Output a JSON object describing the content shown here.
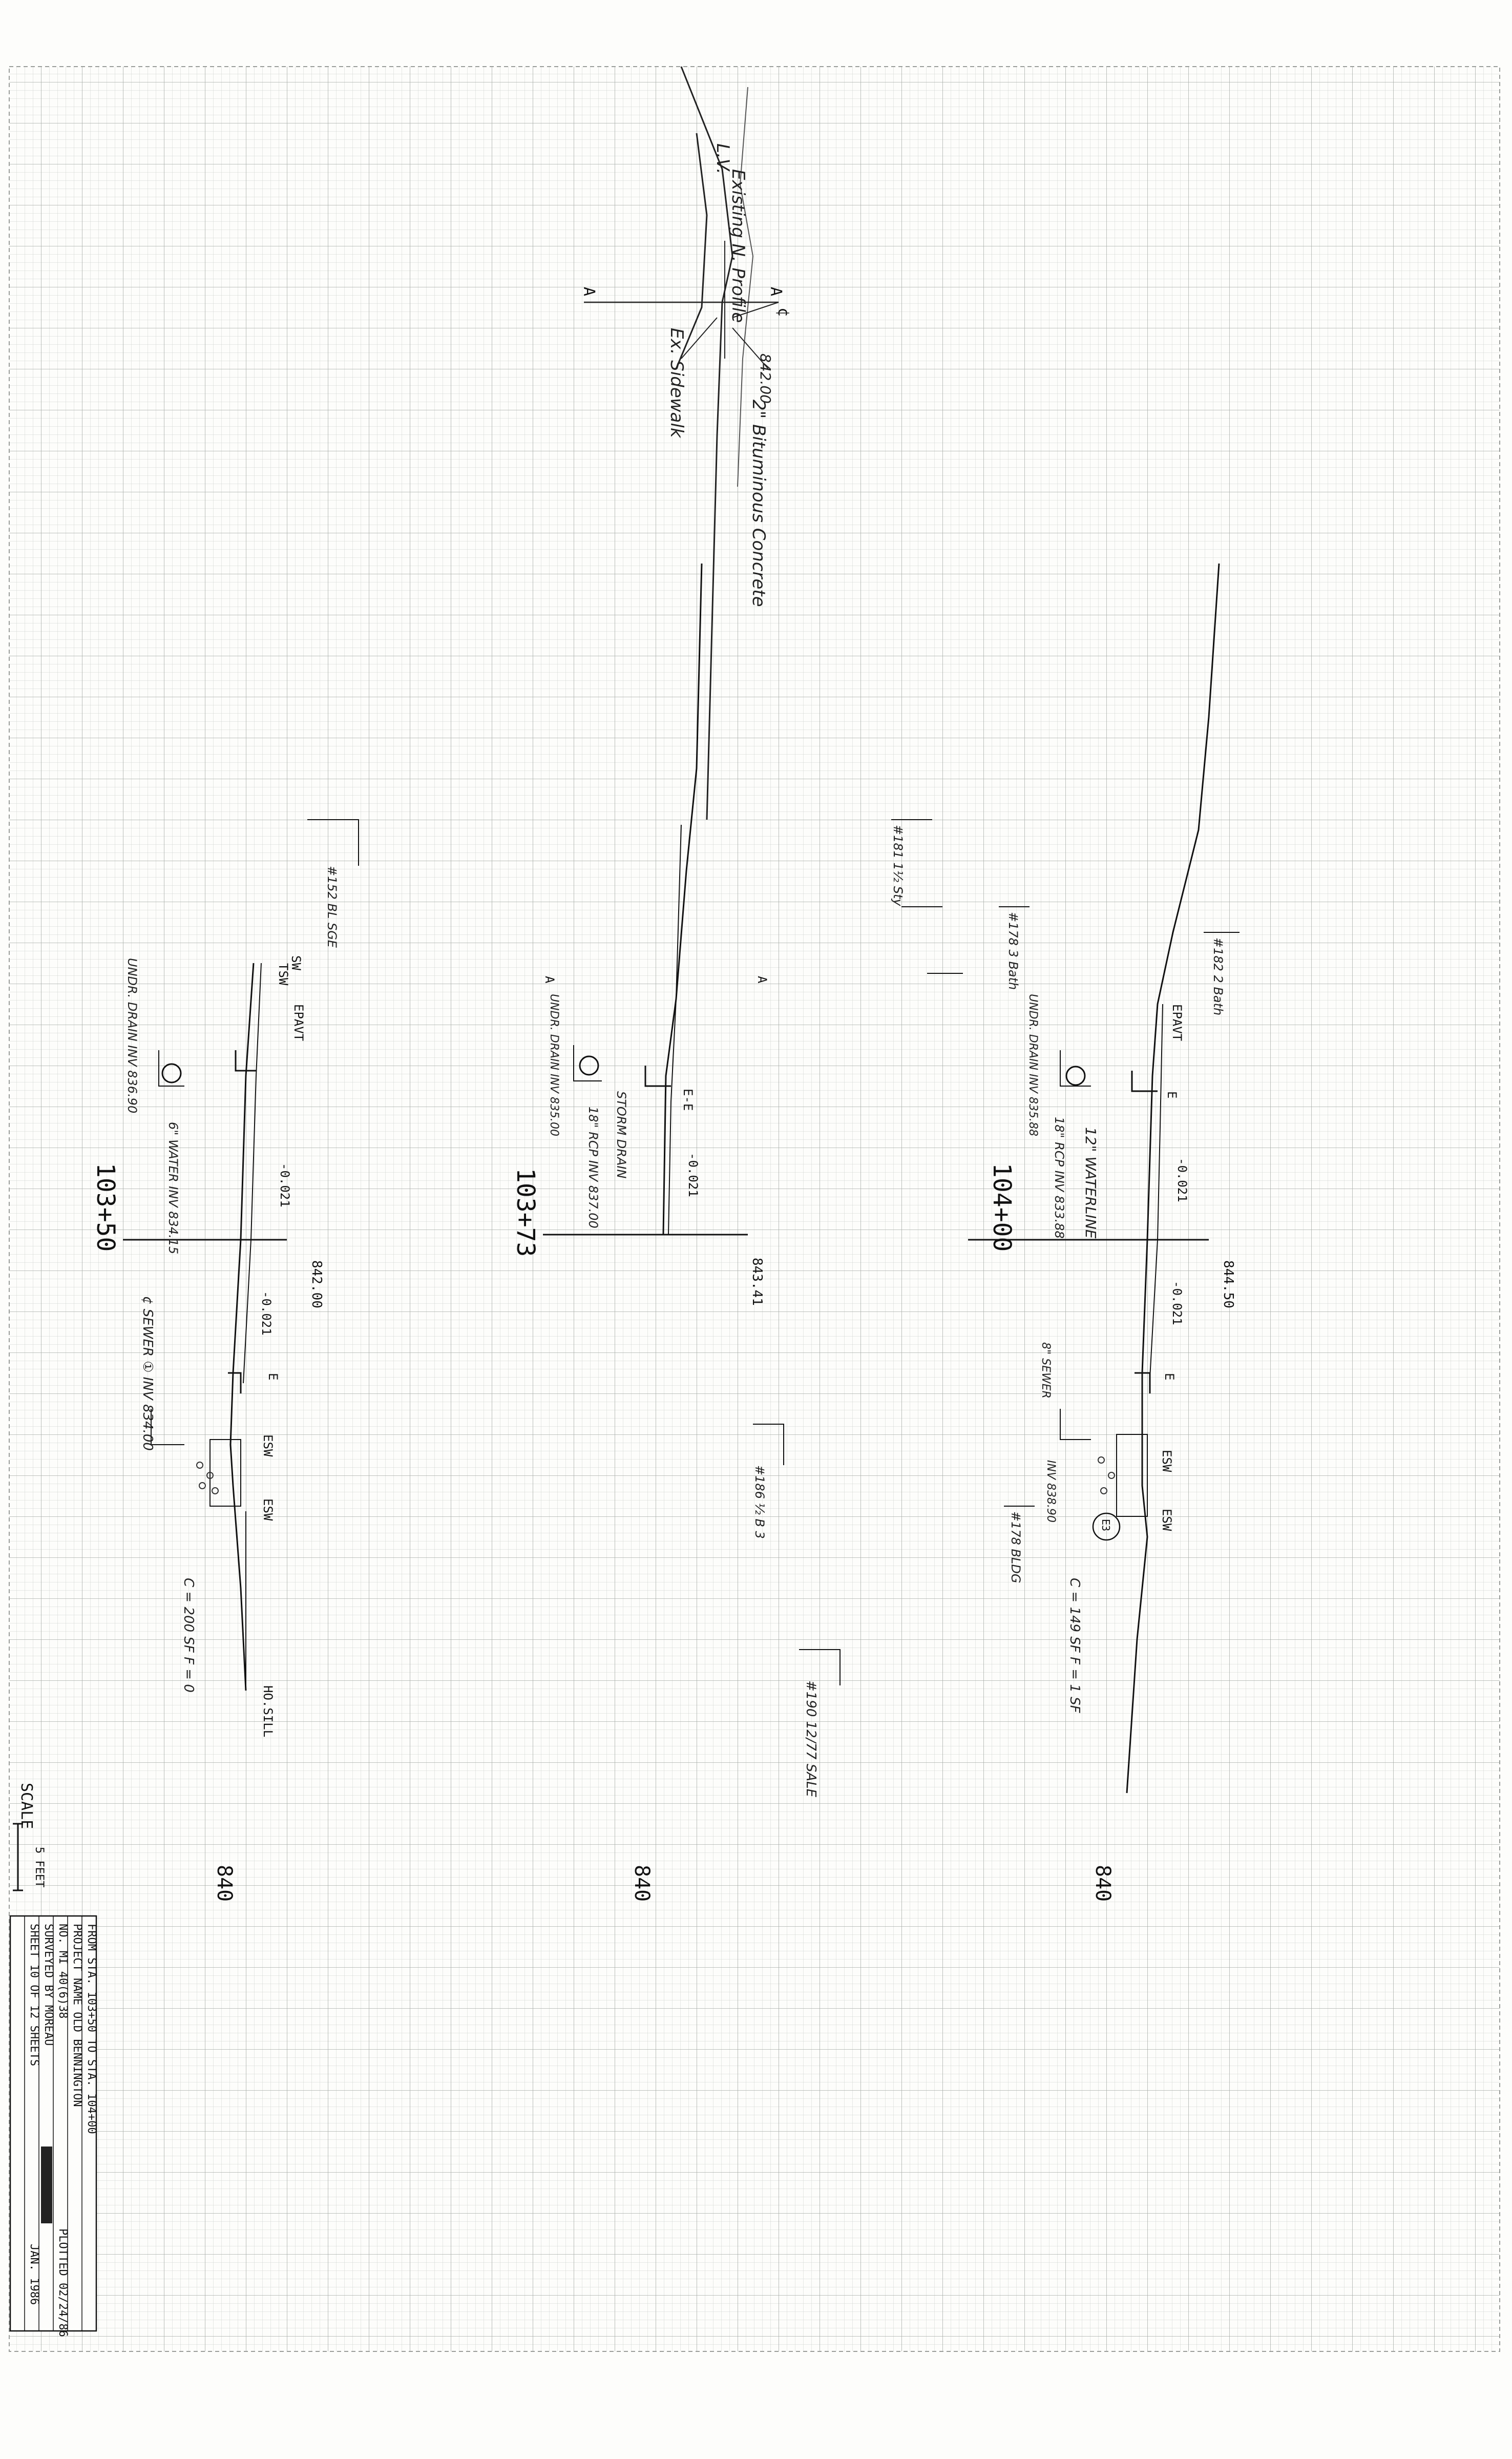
{
  "sections": [
    {
      "station": "103+50",
      "center_elev": "842.00",
      "slope_left": "-0.021",
      "slope_right": "-0.021",
      "grid_elev": "840",
      "labels": {
        "epavt": "EPAVT",
        "e": "E",
        "sw": "SW",
        "tsw": "TSW",
        "esw1": "ESW",
        "esw2": "ESW",
        "sill": "HO.SILL"
      },
      "notes": {
        "underdrain": "UNDR. DRAIN INV 836.90",
        "sewer": "¢ SEWER ① INV 834.00",
        "water": "6\" WATER INV 834.15",
        "cf": "C = 200 SF  F = 0",
        "bldg": "#152 BL SGE"
      }
    },
    {
      "station": "103+73",
      "center_elev": "843.41",
      "slope_left": "-0.021",
      "grid_elev": "840",
      "labels": {
        "ee": "E-E",
        "a1": "A",
        "a2": "A"
      },
      "notes": {
        "underdrain": "UNDR. DRAIN INV 835.00",
        "water": "18\" RCP INV 837.00",
        "water2": "STORM DRAIN",
        "bldg1": "#181 1½ Sty",
        "bldg2": "#186 ½ B 3",
        "bldg3": "#190 12/77 SALE"
      }
    },
    {
      "station": "104+00",
      "center_elev": "844.50",
      "slope_left": "-0.021",
      "slope_right": "-0.021",
      "grid_elev": "840",
      "labels": {
        "epavt": "EPAVT",
        "e1": "E",
        "e2": "E",
        "esw1": "ESW",
        "esw2": "ESW",
        "circle": "E3"
      },
      "notes": {
        "underdrain": "UNDR. DRAIN INV 835.88",
        "pipe": "18\" RCP INV 833.88",
        "water": "12\" WATERLINE",
        "sewer": "8\" SEWER",
        "inv": "INV 838.90",
        "cf": "C = 149 SF  F = 1 SF",
        "bldg1": "#182 2 Bath",
        "bldg2": "#178 3 Bath",
        "bldg3": "#178 BLDG"
      }
    }
  ],
  "profile_notes": {
    "a1": "A",
    "a2": "A",
    "cl": "¢",
    "lv": "L.V.",
    "existing": "Existing N. Profile",
    "existing_sidewalk": "Ex. Sidewalk",
    "bituminous": "2\" Bituminous Concrete",
    "station_label": "842.00"
  },
  "scale": {
    "label": "SCALE",
    "value": "5 FEET"
  },
  "title_block": {
    "from_sta": "FROM STA.  103+50  TO STA.  104+00",
    "project_name": "PROJECT NAME  OLD BENNINGTON",
    "project_no": "NO.  MI 40(6)38",
    "plotted": "PLOTTED 02/24/86",
    "surveyed": "SURVEYED BY  MOREAU",
    "date": "JAN. 1986",
    "sheet": "SHEET  10 OF 12  SHEETS"
  }
}
